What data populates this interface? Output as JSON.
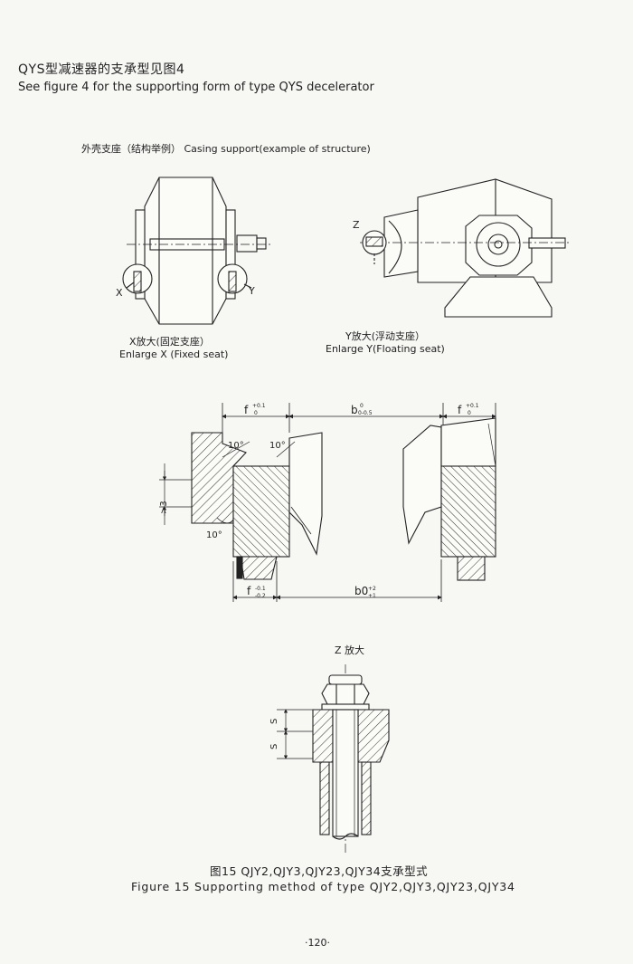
{
  "header": {
    "title_cn": "QYS型减速器的支承型见图4",
    "title_en": "See figure 4 for the supporting form of type QYS decelerator"
  },
  "casing": {
    "caption": "外壳支座（结构举例）  Casing support(example of structure)",
    "label_x": "X",
    "label_y": "Y",
    "label_z": "Z",
    "enlarge_x_cn": "X放大(固定支座）",
    "enlarge_x_en": "Enlarge X (Fixed seat)",
    "enlarge_y_cn": "Y放大(浮动支座）",
    "enlarge_y_en": "Enlarge Y(Floating seat)"
  },
  "detail": {
    "f_top": "f",
    "f_top_tol_upper": "+0.1",
    "f_top_tol_lower": "0",
    "b_top": "b",
    "b_top_sub": "0-0.5",
    "b_top_tol": "0",
    "f_right": "f",
    "f_right_tol_upper": "+0.1",
    "f_right_tol_lower": "0",
    "angle_1": "10°",
    "angle_2": "10°",
    "angle_3": "10°",
    "gap": ">3",
    "f_bottom": "f",
    "f_bottom_tol_upper": "-0.1",
    "f_bottom_tol_lower": "-0.2",
    "b_bottom": "b0",
    "b_bottom_tol_upper": "+2",
    "b_bottom_tol_lower": "+1"
  },
  "z_detail": {
    "title": "Z 放大",
    "s_label_1": "S",
    "s_label_2": "S"
  },
  "footer": {
    "figure_cn": "图15 QJY2,QJY3,QJY23,QJY34支承型式",
    "figure_en": "Figure 15 Supporting method of  type QJY2,QJY3,QJY23,QJY34",
    "page_number": "·120·"
  }
}
